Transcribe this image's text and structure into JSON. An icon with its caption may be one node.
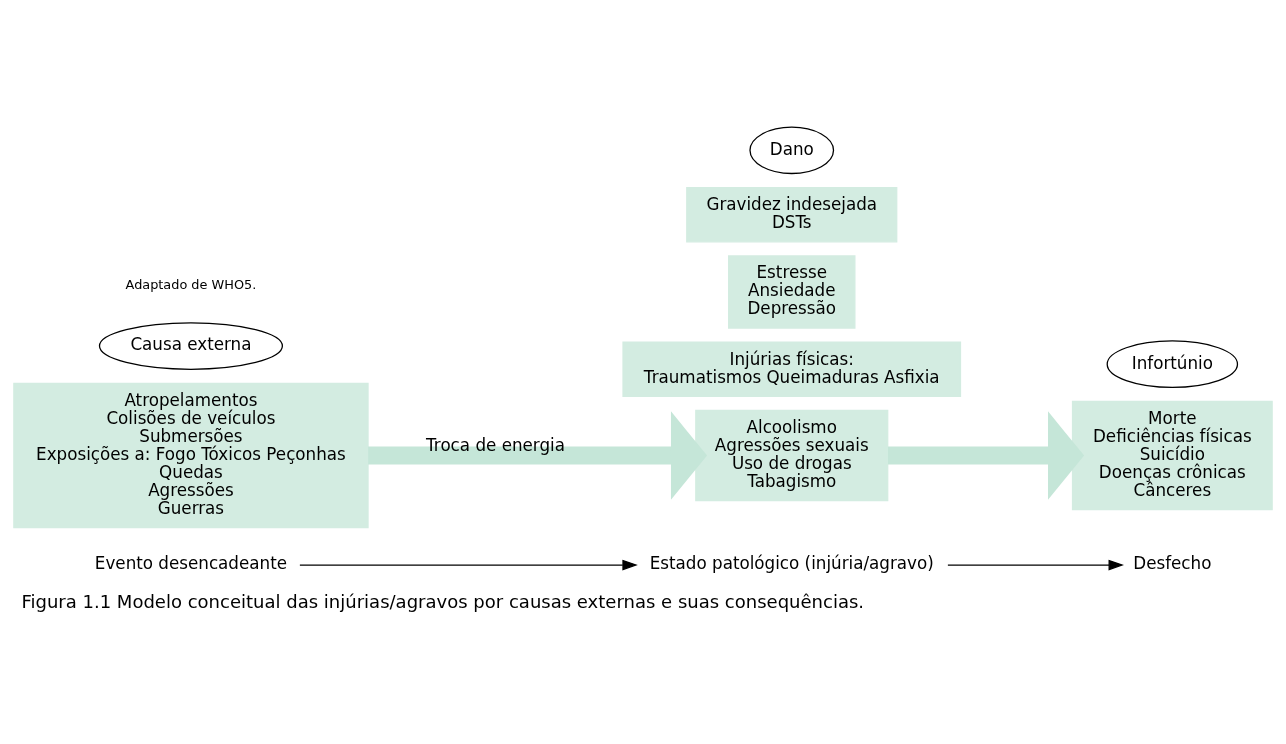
{
  "diagram": {
    "caption": "Figura 1.1 Modelo conceitual das injúrias/agravos por causas externas e suas consequências.",
    "nodes": [
      {
        "text": [
          "Evento desencadeante"
        ]
      },
      {
        "text": [
          "Estado patológico (injúria/agravo)"
        ]
      },
      {
        "text": [
          "Desfecho"
        ]
      },
      {
        "text": [
          "Atropelamentos",
          "Colisões de veículos",
          "Submersões",
          "Exposições a: Fogo Tóxicos Peçonhas",
          "Quedas",
          "Agressões",
          "Guerras"
        ]
      },
      {
        "text": [
          "Causa externa"
        ]
      },
      {
        "text": [
          "Injúrias físicas:",
          "Traumatismos Queimaduras Asfixia"
        ]
      },
      {
        "text": [
          "Estresse",
          "Ansiedade",
          "Depressão"
        ]
      },
      {
        "text": [
          "Alcoolismo",
          "Agressões sexuais",
          "Uso de drogas",
          "Tabagismo"
        ]
      },
      {
        "text": [
          "Gravidez indesejada",
          "DSTs"
        ]
      },
      {
        "text": [
          "Dano"
        ]
      },
      {
        "text": [
          "Morte",
          "Deficiências físicas",
          "Suicídio",
          "Doenças crônicas",
          "Cânceres"
        ]
      },
      {
        "text": [
          "Infortúnio"
        ]
      }
    ],
    "edges": [
      {
        "from": 0,
        "to": 1,
        "arrow": "to"
      },
      {
        "from": 1,
        "to": 2,
        "arrow": "to"
      },
      {
        "from": 3,
        "to": 7,
        "arrow": "to",
        "label": "Troca de energia",
        "style": "thick",
        "color": "#c5e6d8"
      },
      {
        "from": 7,
        "to": 10,
        "arrow": "to",
        "style": "thick",
        "color": "#c5e6d8"
      }
    ],
    "labels": [
      "Adaptado de WHO5."
    ]
  }
}
